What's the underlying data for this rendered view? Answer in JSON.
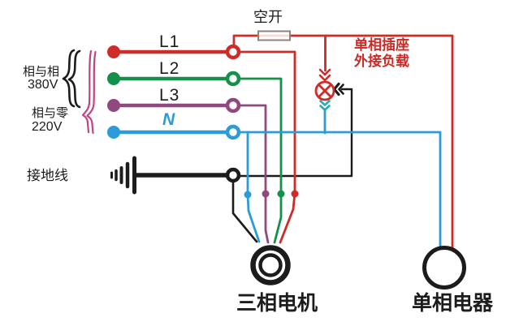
{
  "colors": {
    "c-red": "#cf2b28",
    "c-green": "#14904a",
    "c-purple": "#90497f",
    "c-blue": "#2b9cd8",
    "c-black": "#1c1c1c",
    "c-magenta": "#c2457f",
    "c-teal": "#2aa8b8",
    "c-textred": "#cc2a24"
  },
  "labels": {
    "breaker": "空开",
    "l1": "L1",
    "l2": "L2",
    "l3": "L3",
    "n": "N",
    "phase_to_phase": "相与相",
    "phase_to_phase_voltage": "380V",
    "phase_to_neutral": "相与零",
    "phase_to_neutral_voltage": "220V",
    "ground_wire": "接地线",
    "socket_load_note": "单相插座\n外接负载",
    "three_phase_motor": "三相电机",
    "single_phase_appliance": "单相电器"
  }
}
